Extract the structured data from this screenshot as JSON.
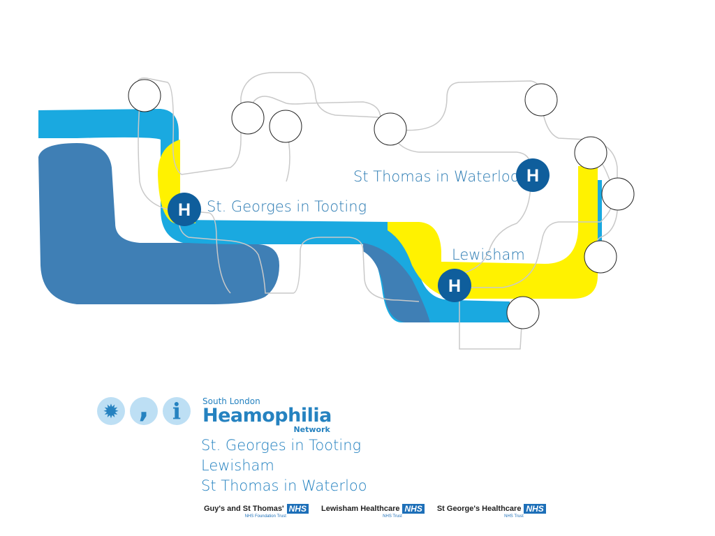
{
  "map": {
    "sites": [
      {
        "id": "st-thomas",
        "label": "St Thomas in Waterloo",
        "marker": "H"
      },
      {
        "id": "st-georges",
        "label": "St. Georges in Tooting",
        "marker": "H"
      },
      {
        "id": "lewisham",
        "label": "Lewisham",
        "marker": "H"
      }
    ],
    "colors": {
      "route_dark": "#3f7fb5",
      "route_light": "#1aa9e0",
      "route_yellow": "#fff200",
      "marker": "#0f5e9c",
      "thin_line": "#c9c9c9"
    }
  },
  "logo": {
    "subtitle": "South London",
    "title": "Heamophilia",
    "tagline": "Network",
    "icons": [
      "sun-icon",
      "comma-icon",
      "info-icon"
    ]
  },
  "sites_list": [
    "St. Georges in Tooting",
    "Lewisham",
    "St Thomas in Waterloo"
  ],
  "trusts": [
    {
      "name": "Guy's and St Thomas'",
      "badge": "NHS",
      "sub": "NHS Foundation Trust"
    },
    {
      "name": "Lewisham Healthcare",
      "badge": "NHS",
      "sub": "NHS Trust"
    },
    {
      "name": "St George's Healthcare",
      "badge": "NHS",
      "sub": "NHS Trust"
    }
  ]
}
